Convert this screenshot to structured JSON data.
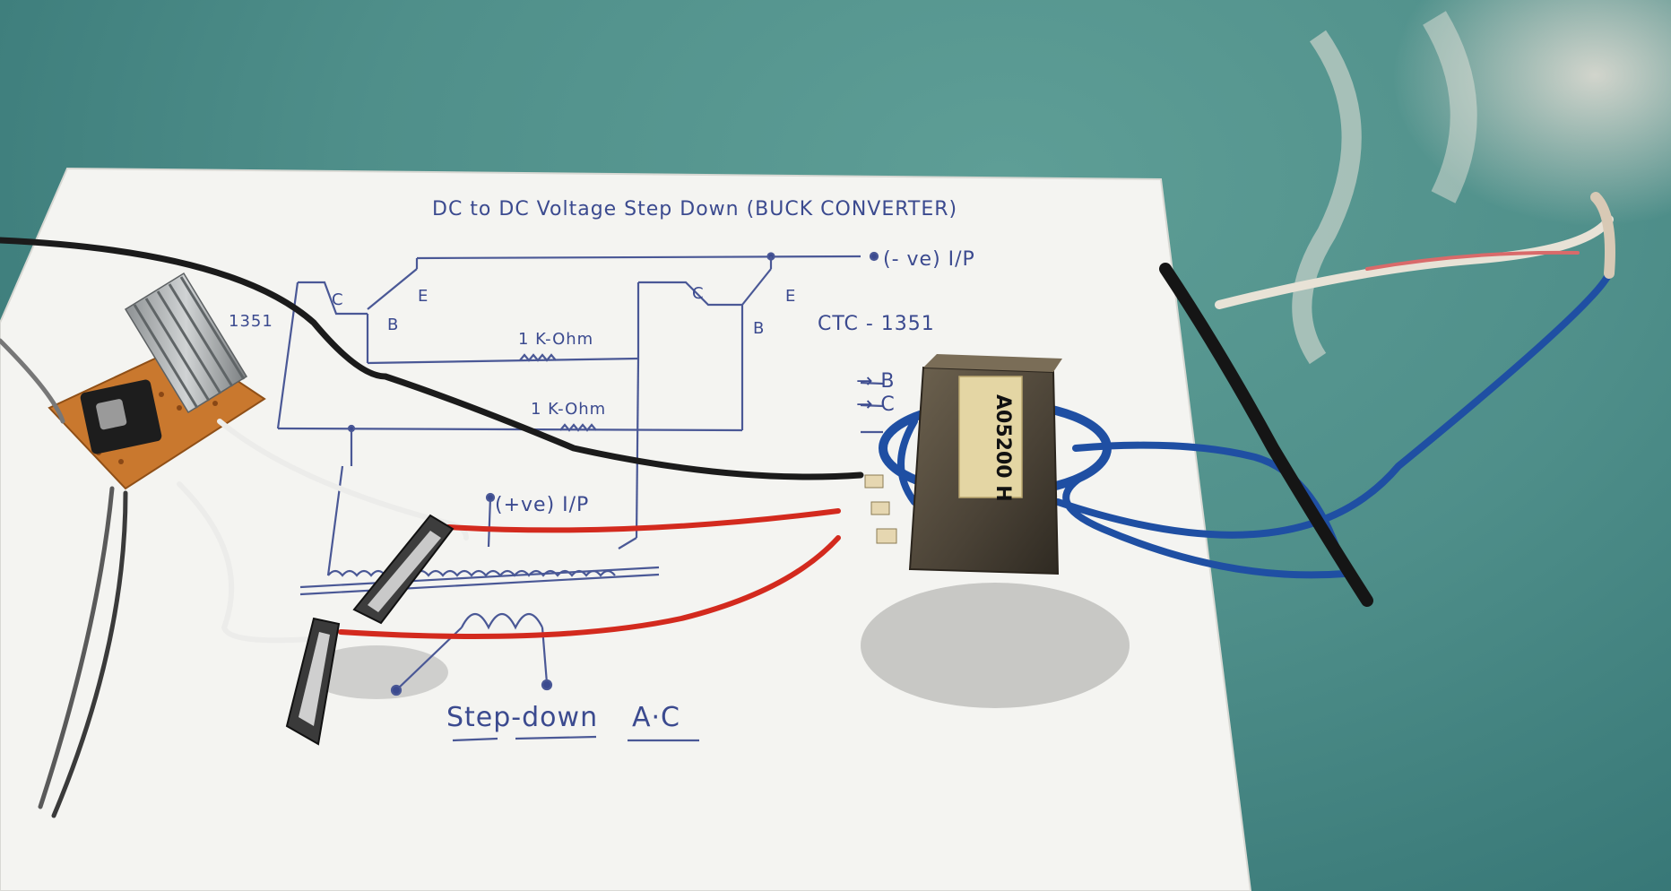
{
  "photo": {
    "schematic": {
      "title": "DC to DC   Voltage  Step Down (BUCK CONVERTER)",
      "neg_input": "(- ve) I/P",
      "pos_input": "(+ve) I/P",
      "resistor_1": "1 K-Ohm",
      "resistor_2": "1 K-Ohm",
      "transistor_label": "CTC - 1351",
      "transistor_left_part": "1351",
      "pin_c_left": "C",
      "pin_e_left": "E",
      "pin_b_left": "B",
      "pin_c_right": "C",
      "pin_e_right": "E",
      "pin_b_right": "B",
      "arrow_b": "→ B",
      "arrow_c": "→ C",
      "caption_left": "Step-down",
      "caption_right": "A·C"
    },
    "transformer": {
      "label": "A05200 H"
    },
    "colors": {
      "paper": "#f4f4f1",
      "ink": "#3b4a8f",
      "table": "#4f8f8a",
      "red_wire": "#d32a1e",
      "blue_wire": "#1f4fa3",
      "black_wire": "#1b1b1b",
      "pcb": "#c9782e",
      "transformer_core": "#5a5142"
    }
  }
}
